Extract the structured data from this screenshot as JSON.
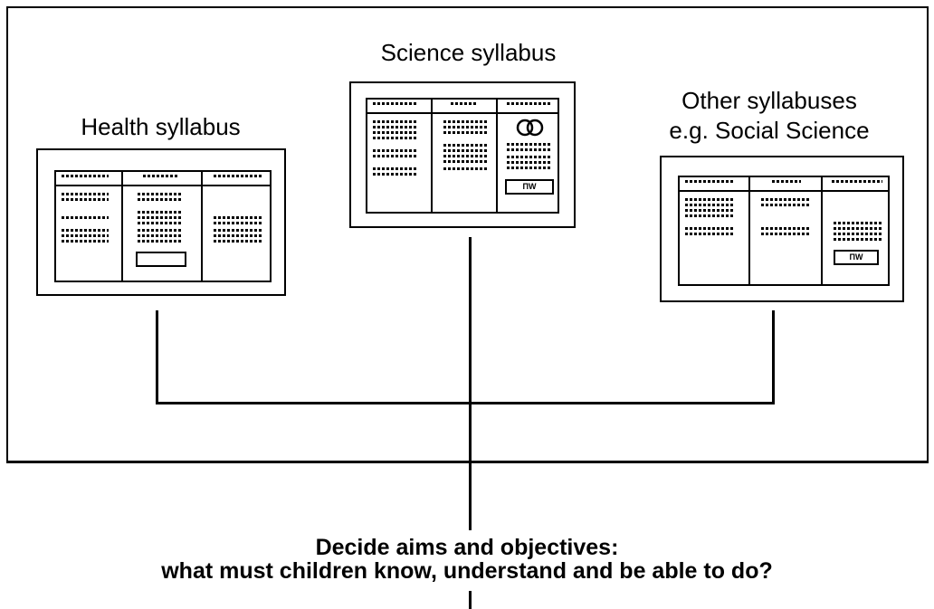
{
  "labels": {
    "science": "Science syllabus",
    "health": "Health syllabus",
    "other_line1": "Other syllabuses",
    "other_line2": "e.g. Social Science"
  },
  "doc_box_text": {
    "science_button": "ΠW",
    "other_button": "ΠW"
  },
  "decision": {
    "line1": "Decide aims and objectives:",
    "line2": "what must children know, understand and be able to do?"
  },
  "icons": [
    "document-thumbnail",
    "interlocking-rings-icon"
  ]
}
